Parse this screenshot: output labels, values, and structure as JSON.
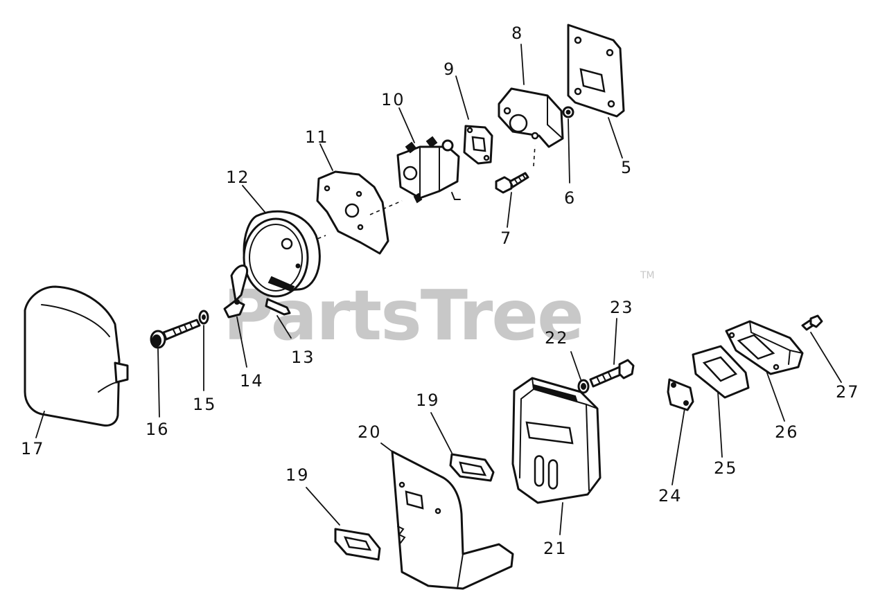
{
  "watermark": {
    "text": "PartsTree",
    "tm": "TM"
  },
  "callouts": {
    "c5": "5",
    "c6": "6",
    "c7": "7",
    "c8": "8",
    "c9": "9",
    "c10": "10",
    "c11": "11",
    "c12": "12",
    "c13": "13",
    "c14": "14",
    "c15": "15",
    "c16": "16",
    "c17": "17",
    "c19a": "19",
    "c19b": "19",
    "c20": "20",
    "c21": "21",
    "c22": "22",
    "c23": "23",
    "c24": "24",
    "c25": "25",
    "c26": "26",
    "c27": "27"
  }
}
